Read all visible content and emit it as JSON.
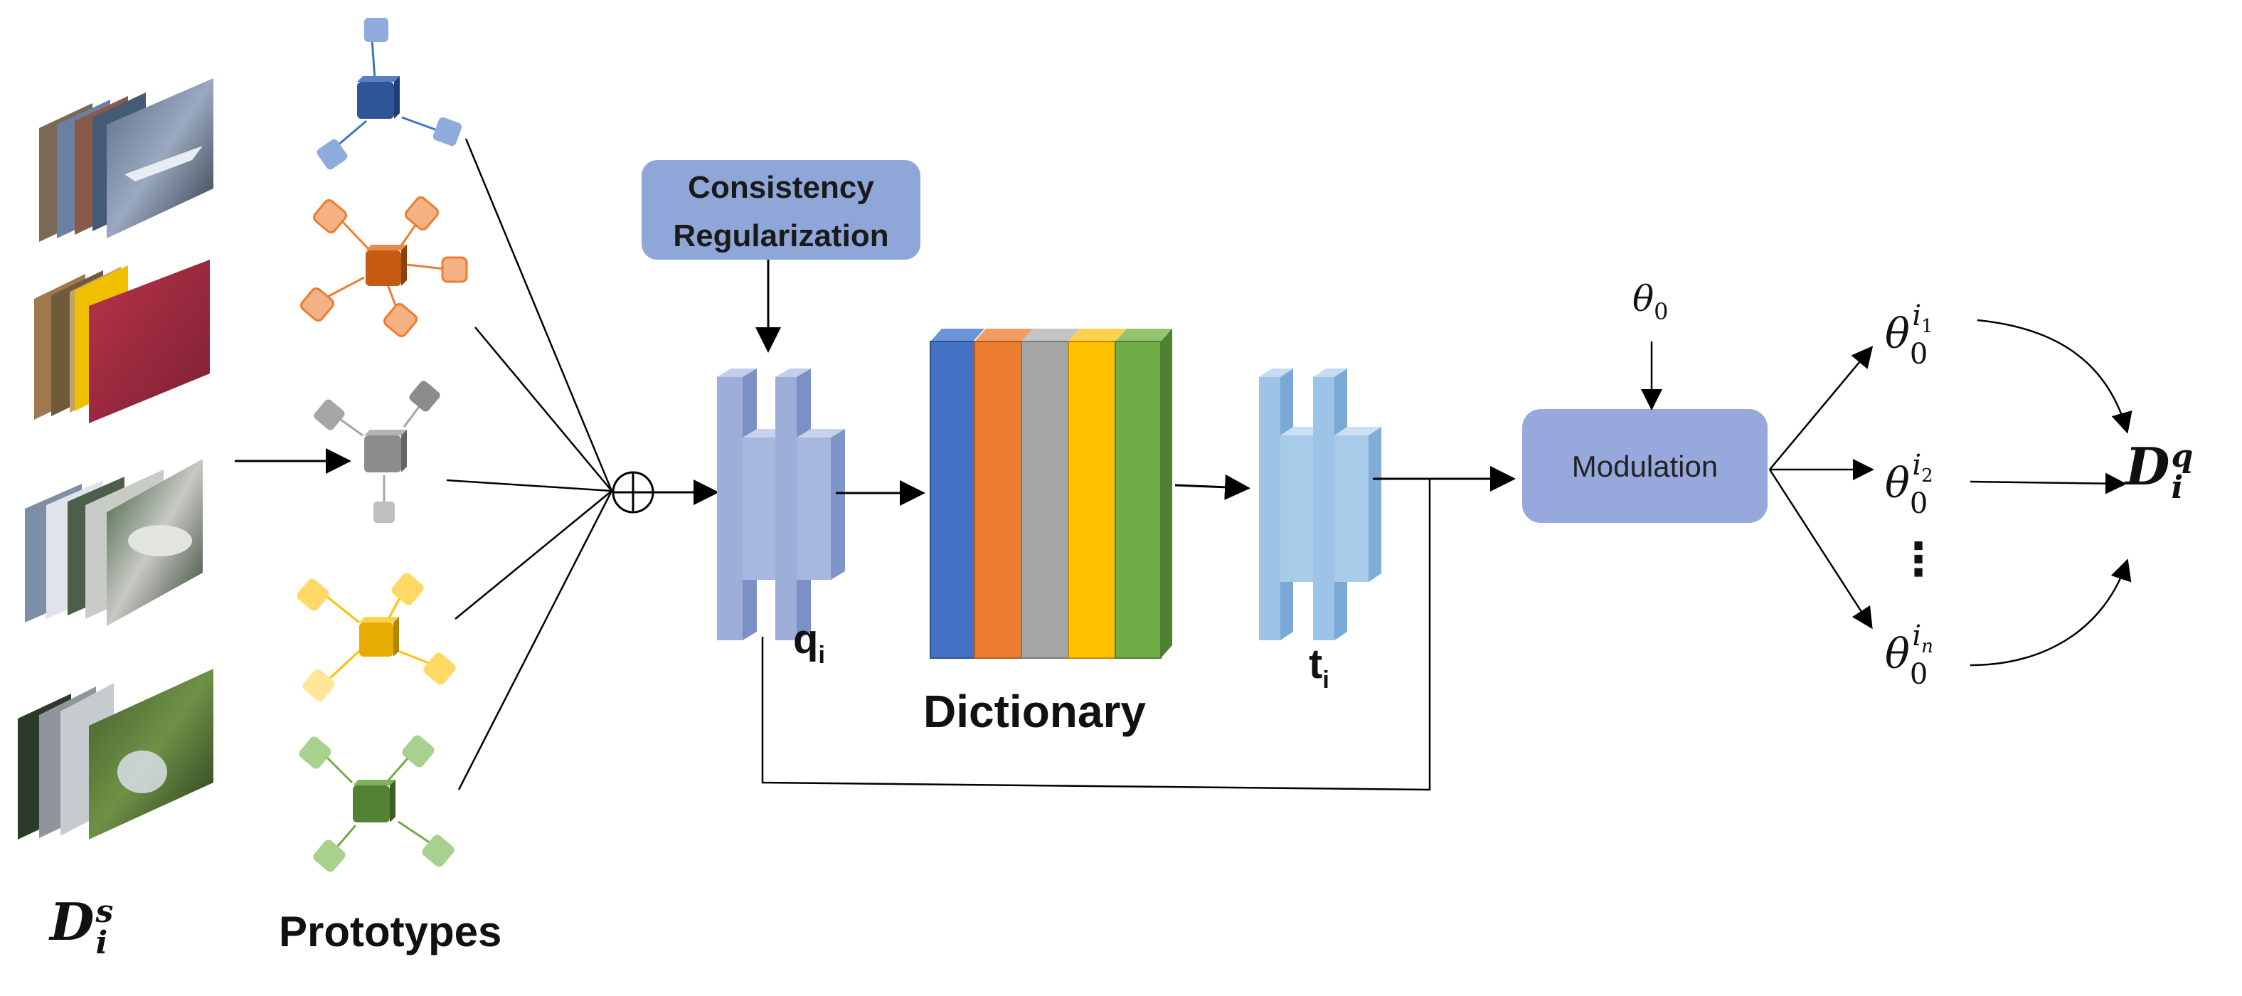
{
  "labels": {
    "consistency_line1": "Consistency",
    "consistency_line2": "Regularization",
    "dictionary": "Dictionary",
    "modulation": "Modulation",
    "prototypes": "Prototypes",
    "q_main": "q",
    "q_sub": "i",
    "t_main": "t",
    "t_sub": "i",
    "ds_main": "D",
    "ds_sup": "s",
    "ds_sub": "i",
    "dq_main": "D",
    "dq_sup": "q",
    "dq_sub": "i",
    "theta": "θ",
    "theta_sub": "0",
    "theta_sup_1_base": "i",
    "theta_sup_1_idx": "1",
    "theta_sup_2_base": "i",
    "theta_sup_2_idx": "2",
    "theta_sup_n_base": "i",
    "theta_sup_n_idx": "n",
    "vdots": "⋮"
  },
  "colors": {
    "dictionary": [
      "#4472c4",
      "#ed7d31",
      "#a5a5a5",
      "#ffc000",
      "#70ad47"
    ],
    "prototype_centers": [
      "#2f5597",
      "#c55a11",
      "#7f7f7f",
      "#d4a000",
      "#548235"
    ],
    "prototype_points": [
      "#8faadc",
      "#f4b183",
      "#bfbfbf",
      "#ffd966",
      "#a9d18e"
    ],
    "encoder": "#9dafd8",
    "decoder": "#9dc3e6",
    "box_fill": "#8fa6d9",
    "modulation_fill": "#97a9dc"
  }
}
